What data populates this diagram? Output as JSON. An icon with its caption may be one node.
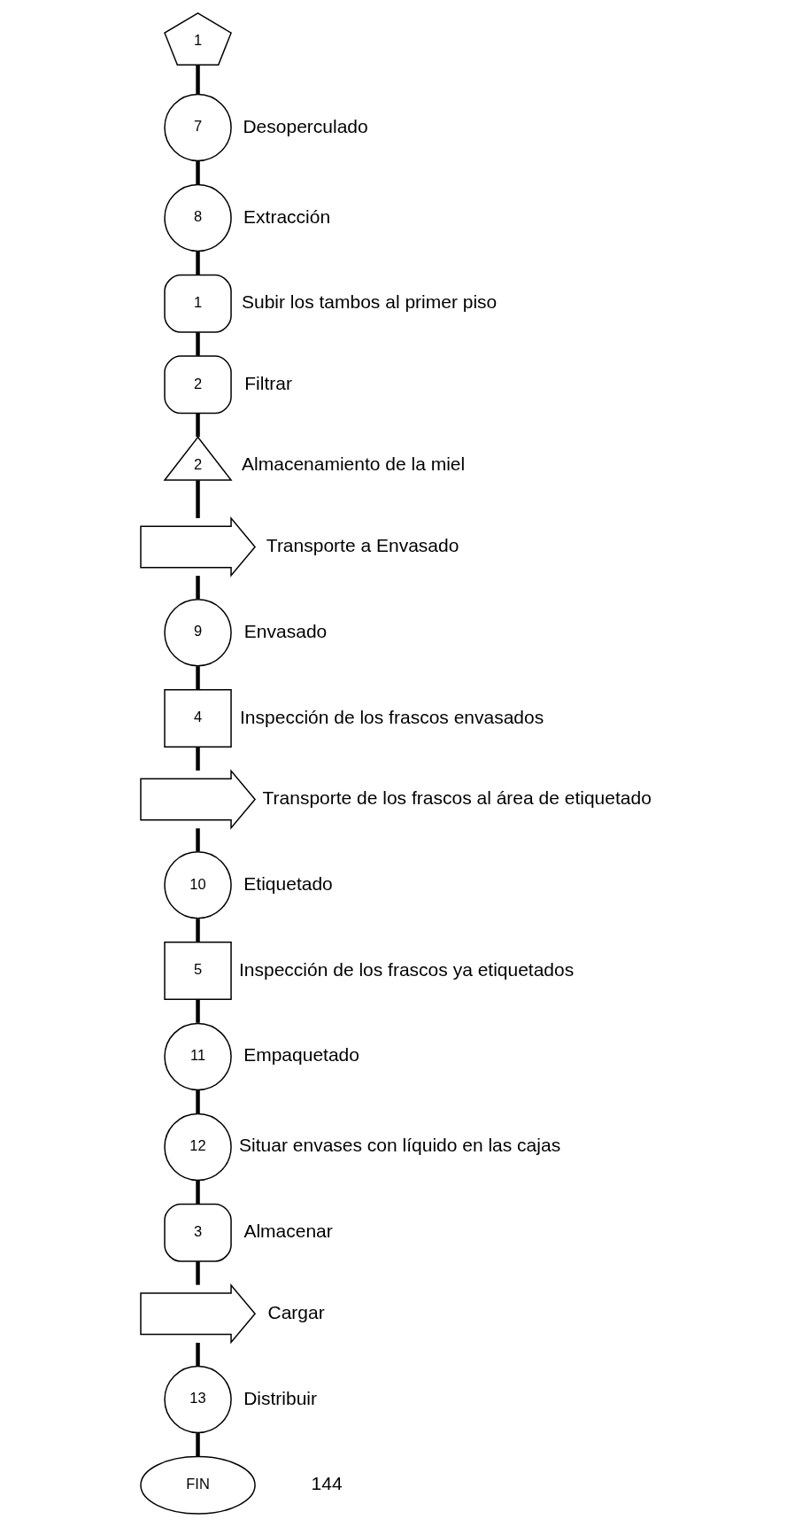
{
  "diagram": {
    "nodes": [
      {
        "text": [
          "1"
        ]
      },
      {
        "text": [
          "7"
        ],
        "beside": [
          "Desoperculado"
        ]
      },
      {
        "text": [
          "8"
        ],
        "beside": [
          "Extracción"
        ]
      },
      {
        "text": [
          "1"
        ],
        "beside": [
          "Subir los tambos al primer piso"
        ]
      },
      {
        "text": [
          "2"
        ],
        "beside": [
          "Filtrar"
        ]
      },
      {
        "text": [
          "2"
        ],
        "beside": [
          "Almacenamiento de la miel"
        ]
      },
      {
        "text": [],
        "shape": "arrow",
        "beside": [
          "Transporte a Envasado"
        ]
      },
      {
        "text": [
          "9"
        ],
        "beside": [
          "Envasado"
        ]
      },
      {
        "text": [
          "4"
        ],
        "beside": [
          "Inspección de los frascos envasados"
        ]
      },
      {
        "text": [],
        "shape": "arrow",
        "beside": [
          "Transporte de los frascos al área de etiquetado"
        ]
      },
      {
        "text": [
          "10"
        ],
        "beside": [
          "Etiquetado"
        ]
      },
      {
        "text": [
          "5"
        ],
        "beside": [
          "Inspección de los frascos ya etiquetados"
        ]
      },
      {
        "text": [
          "11"
        ],
        "beside": [
          "Empaquetado"
        ]
      },
      {
        "text": [
          "12"
        ],
        "beside": [
          "Situar envases con líquido en las cajas"
        ]
      },
      {
        "text": [
          "3"
        ],
        "beside": [
          "Almacenar"
        ]
      },
      {
        "text": [],
        "shape": "arrow",
        "beside": [
          "Cargar"
        ]
      },
      {
        "text": [
          "13"
        ],
        "beside": [
          "Distribuir"
        ]
      },
      {
        "text": [
          "FIN"
        ]
      }
    ],
    "edges": [
      {
        "from": 0,
        "to": 1,
        "arrow": "none"
      },
      {
        "from": 1,
        "to": 2,
        "arrow": "none"
      },
      {
        "from": 2,
        "to": 3,
        "arrow": "none"
      },
      {
        "from": 3,
        "to": 4,
        "arrow": "none"
      },
      {
        "from": 4,
        "to": 5,
        "arrow": "none"
      },
      {
        "from": 5,
        "to": 6,
        "arrow": "none"
      },
      {
        "from": 6,
        "to": 7,
        "arrow": "none"
      },
      {
        "from": 7,
        "to": 8,
        "arrow": "none"
      },
      {
        "from": 8,
        "to": 9,
        "arrow": "none"
      },
      {
        "from": 9,
        "to": 10,
        "arrow": "none"
      },
      {
        "from": 10,
        "to": 11,
        "arrow": "none"
      },
      {
        "from": 11,
        "to": 12,
        "arrow": "none"
      },
      {
        "from": 12,
        "to": 13,
        "arrow": "none"
      },
      {
        "from": 13,
        "to": 14,
        "arrow": "none"
      },
      {
        "from": 14,
        "to": 15,
        "arrow": "none"
      },
      {
        "from": 15,
        "to": 16,
        "arrow": "none"
      },
      {
        "from": 16,
        "to": 17,
        "arrow": "none"
      }
    ],
    "labels": [
      "144"
    ]
  }
}
